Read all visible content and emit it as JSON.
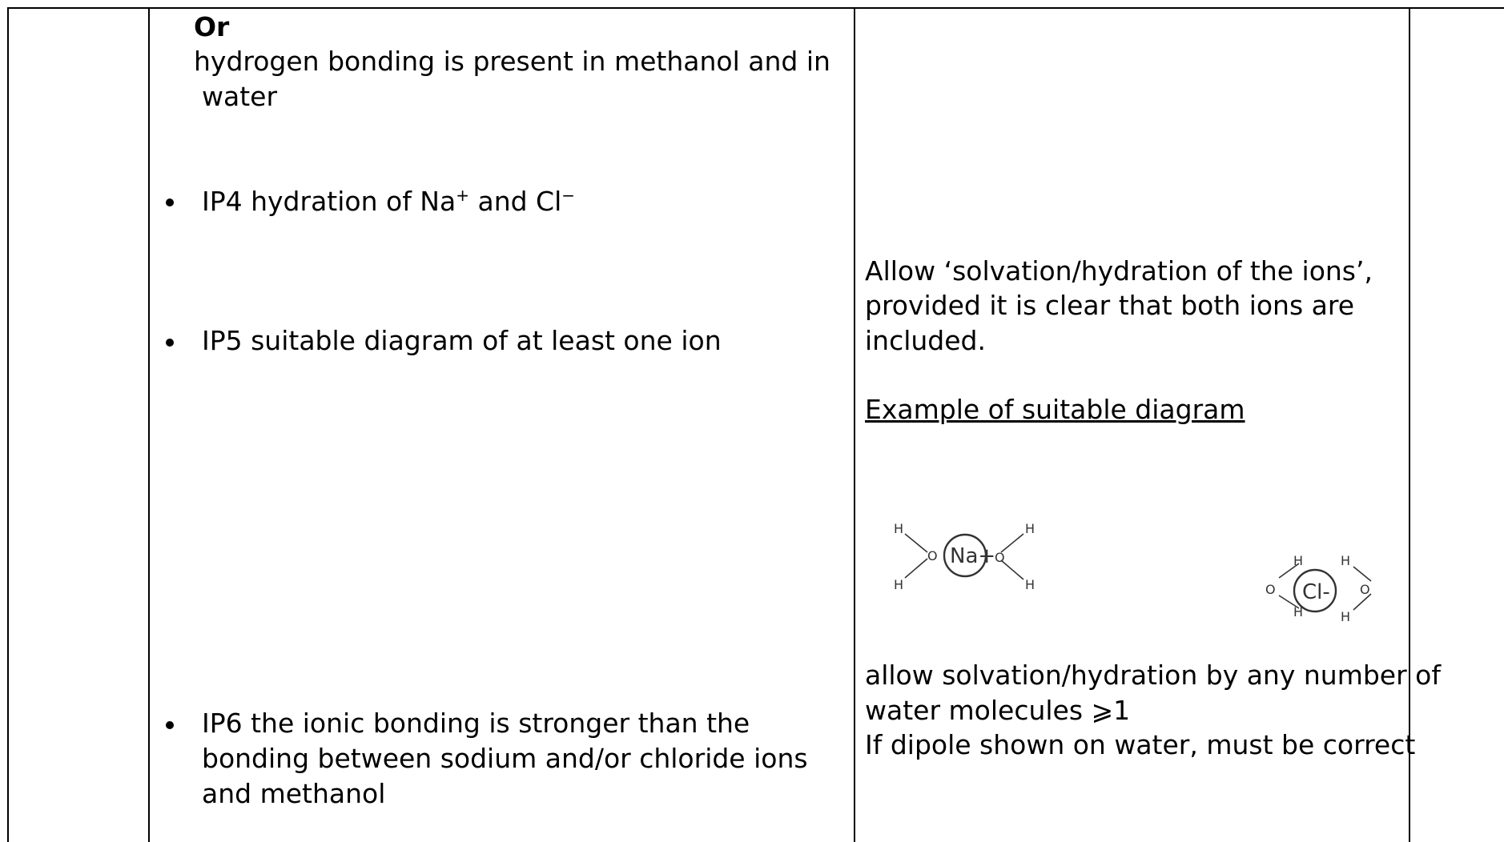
{
  "mark_scheme": {
    "answer_column": {
      "or_label": "Or",
      "hydrogen_bonding_line1": "hydrogen bonding is present in methanol and in",
      "hydrogen_bonding_line2": "water",
      "ip4": "IP4 hydration of Na",
      "ip4_na_charge": "+",
      "ip4_and": " and Cl",
      "ip4_cl_charge": "−",
      "ip5": "IP5 suitable diagram of at least one ion",
      "ip6_line1": "IP6 the ionic bonding is stronger than the",
      "ip6_line2": "bonding between sodium and/or chloride ions",
      "ip6_line3": "and methanol"
    },
    "guidance_column": {
      "allow_solvation_line1": "Allow ‘solvation/hydration of the ions’,",
      "allow_solvation_line2": "provided it is clear that both ions are",
      "allow_solvation_line3": "included.",
      "example_heading": "Example of suitable diagram",
      "diagram": {
        "na_ion": "Na+",
        "cl_ion": "Cl-",
        "oxygen": "O",
        "hydrogen": "H"
      },
      "allow_any_number_line1": "allow solvation/hydration by any number of",
      "allow_any_number_line2": "water molecules ⩾1",
      "dipole_note": "If dipole shown on water, must be correct"
    }
  }
}
